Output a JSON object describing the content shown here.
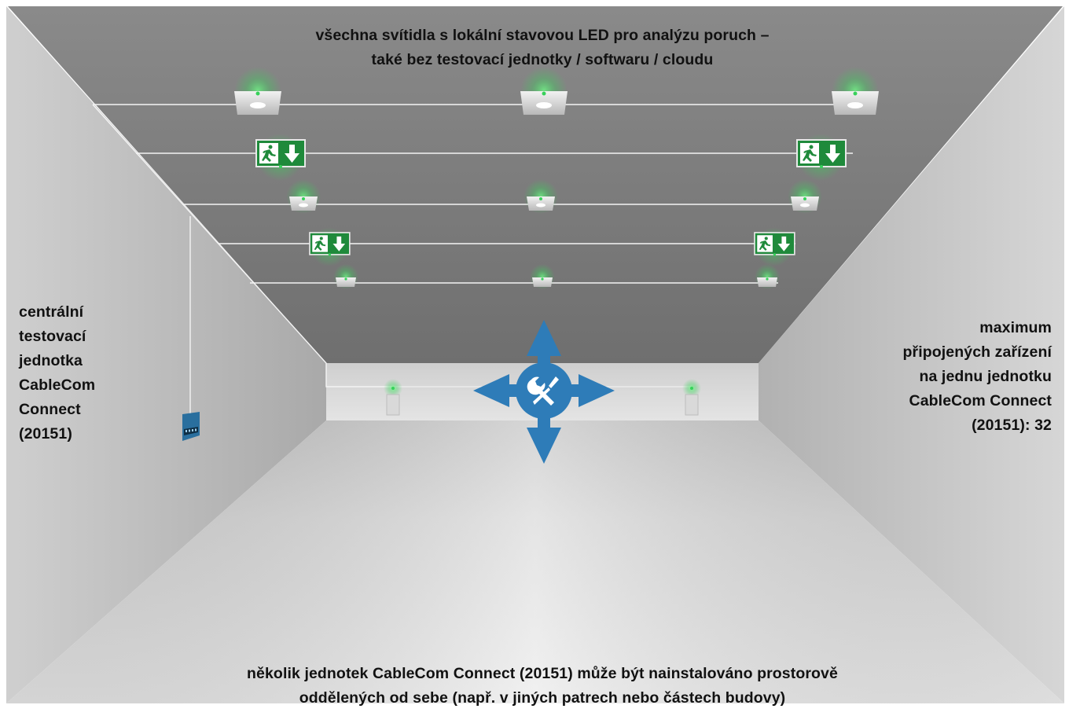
{
  "texts": {
    "title": [
      "všechna svítidla s lokální stavovou LED pro analýzu poruch –",
      "také bez testovací jednotky / softwaru / cloudu"
    ],
    "left": [
      "centrální",
      "testovací",
      "jednotka",
      "CableCom",
      "Connect",
      "(20151)"
    ],
    "right": [
      "maximum",
      "připojených zařízení",
      "na jednu jednotku",
      "CableCom Connect",
      "(20151): 32"
    ],
    "bottom": [
      "několik jednotek CableCom Connect (20151) může být nainstalováno prostorově",
      "oddělených od sebe (např. v jiných patrech nebo částech budovy)"
    ]
  },
  "colors": {
    "ceiling": "#7d7d7d",
    "wall_left": "#b5b5b5",
    "wall_right": "#c2c2c2",
    "floor_light": "#e9e9e9",
    "sign_green": "#1f8a3b",
    "status_led": "#37d15a",
    "service_blue": "#2e7cb8",
    "test_unit": "#2a6f9e"
  },
  "icons": {
    "exit_sign": "running-man-exit-icon",
    "arrow": "arrow-down-icon",
    "service": "wrench-screwdriver-icon",
    "test_unit": "test-unit-icon"
  }
}
